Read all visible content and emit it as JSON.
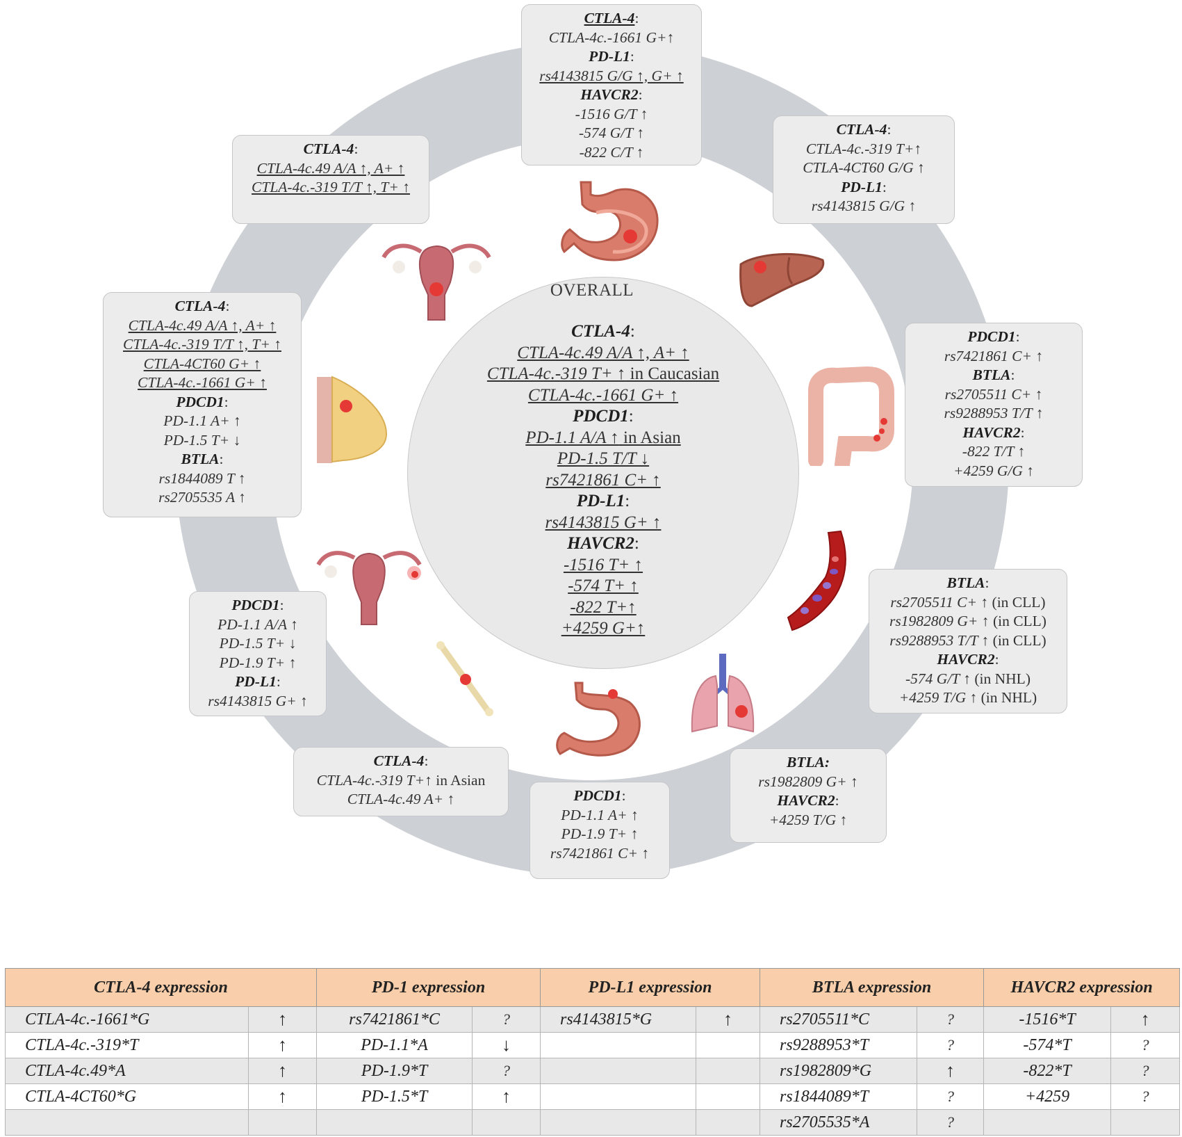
{
  "center": {
    "title": "OVERALL",
    "lines": [
      {
        "gene": "CTLA-4"
      },
      {
        "text": "CTLA-4c.49 A/A ↑, A+ ↑",
        "u": true
      },
      {
        "text": "CTLA-4c.-319 T+ ↑",
        "plain": " in Caucasian",
        "u": true
      },
      {
        "text": "CTLA-4c.-1661 G+ ↑",
        "u": true
      },
      {
        "gene": "PDCD1"
      },
      {
        "text": "PD-1.1 A/A ↑",
        "plain": " in Asian",
        "u": true
      },
      {
        "text": "PD-1.5 T/T ↓",
        "u": true
      },
      {
        "text": "rs7421861 C+ ↑",
        "u": true
      },
      {
        "gene": "PD-L1"
      },
      {
        "text": "rs4143815 G+ ↑",
        "u": true
      },
      {
        "gene": "HAVCR2"
      },
      {
        "text": "-1516 T+ ↑",
        "u": true
      },
      {
        "text": "-574 T+ ↑",
        "u": true
      },
      {
        "text": "-822 T+↑",
        "u": true
      },
      {
        "text": "+4259 G+↑",
        "u": true
      }
    ]
  },
  "boxes": [
    {
      "id": "stomach-top",
      "lines": [
        {
          "gene": "CTLA-4",
          "u": true
        },
        {
          "text": "CTLA-4c.-1661 G+↑"
        },
        {
          "gene": "PD-L1"
        },
        {
          "text": "rs4143815 G/G ↑, G+ ↑",
          "u": true
        },
        {
          "gene": "HAVCR2"
        },
        {
          "text": "-1516 G/T ↑"
        },
        {
          "text": "-574 G/T ↑"
        },
        {
          "text": "-822 C/T ↑"
        }
      ]
    },
    {
      "id": "liver",
      "lines": [
        {
          "gene": "CTLA-4"
        },
        {
          "text": "CTLA-4c.-319 T+↑"
        },
        {
          "text": "CTLA-4CT60 G/G ↑"
        },
        {
          "gene": "PD-L1"
        },
        {
          "text": "rs4143815 G/G ↑"
        }
      ]
    },
    {
      "id": "colon",
      "lines": [
        {
          "gene": "PDCD1"
        },
        {
          "text": "rs7421861 C+ ↑"
        },
        {
          "gene": "BTLA"
        },
        {
          "text": "rs2705511 C+ ↑"
        },
        {
          "text": "rs9288953 T/T ↑"
        },
        {
          "gene": "HAVCR2"
        },
        {
          "text": "-822 T/T ↑"
        },
        {
          "text": "+4259 G/G ↑"
        }
      ]
    },
    {
      "id": "blood",
      "lines": [
        {
          "gene": "BTLA"
        },
        {
          "text": "rs2705511 C+ ↑",
          "plain": " (in CLL)"
        },
        {
          "text": "rs1982809 G+ ↑",
          "plain": " (in CLL)"
        },
        {
          "text": "rs9288953 T/T ↑",
          "plain": " (in CLL)"
        },
        {
          "gene": "HAVCR2"
        },
        {
          "text": "-574 G/T ↑",
          "plain": " (in NHL)"
        },
        {
          "text": "+4259 T/G ↑",
          "plain": " (in NHL)"
        }
      ]
    },
    {
      "id": "lung",
      "lines": [
        {
          "gene": "BTLA:",
          "nocolon": true
        },
        {
          "text": "rs1982809 G+ ↑"
        },
        {
          "gene": "HAVCR2"
        },
        {
          "text": "+4259 T/G ↑"
        }
      ]
    },
    {
      "id": "stomach-bottom",
      "lines": [
        {
          "gene": "PDCD1"
        },
        {
          "text": "PD-1.1 A+ ↑"
        },
        {
          "text": "PD-1.9 T+ ↑"
        },
        {
          "text": "rs7421861 C+ ↑"
        }
      ]
    },
    {
      "id": "bone",
      "lines": [
        {
          "gene": "CTLA-4"
        },
        {
          "text": "CTLA-4c.-319 T+↑",
          "plain": " in Asian"
        },
        {
          "text": "CTLA-4c.49 A+ ↑"
        }
      ]
    },
    {
      "id": "ovary",
      "lines": [
        {
          "gene": "PDCD1"
        },
        {
          "text": "PD-1.1 A/A ↑"
        },
        {
          "text": "PD-1.5 T+ ↓"
        },
        {
          "text": "PD-1.9 T+ ↑"
        },
        {
          "gene": "PD-L1"
        },
        {
          "text": "rs4143815 G+ ↑"
        }
      ]
    },
    {
      "id": "breast",
      "lines": [
        {
          "gene": "CTLA-4"
        },
        {
          "text": "CTLA-4c.49 A/A ↑, A+ ↑",
          "u": true
        },
        {
          "text": "CTLA-4c.-319 T/T ↑, T+ ↑",
          "u": true
        },
        {
          "text": "CTLA-4CT60 G+ ↑",
          "u": true
        },
        {
          "text": "CTLA-4c.-1661 G+ ↑",
          "u": true
        },
        {
          "gene": "PDCD1"
        },
        {
          "text": "PD-1.1 A+ ↑"
        },
        {
          "text": "PD-1.5 T+ ↓"
        },
        {
          "gene": "BTLA"
        },
        {
          "text": "rs1844089 T ↑"
        },
        {
          "text": "rs2705535 A ↑"
        }
      ]
    },
    {
      "id": "cervix",
      "lines": [
        {
          "gene": "CTLA-4"
        },
        {
          "text": "CTLA-4c.49  A/A ↑, A+ ↑",
          "u": true
        },
        {
          "text": "CTLA-4c.-319 T/T ↑, T+ ↑",
          "u": true
        }
      ]
    }
  ],
  "organs": [
    "stomach-icon",
    "liver-icon",
    "colon-icon",
    "blood-vessel-icon",
    "lung-icon",
    "stomach-icon",
    "bone-icon",
    "ovary-icon",
    "breast-icon",
    "uterus-icon"
  ],
  "colors": {
    "ring": "#cdd0d4",
    "box": "#ececec",
    "center": "#e9e9ea",
    "table_header": "#f8cfaa",
    "tumor": "#e53935"
  },
  "table": {
    "headers": [
      "CTLA-4 expression",
      "PD-1 expression",
      "PD-L1 expression",
      "BTLA expression",
      "HAVCR2 expression"
    ],
    "rows": [
      [
        [
          "CTLA-4c.-1661*G",
          "↑"
        ],
        [
          "rs7421861*C",
          "?"
        ],
        [
          "rs4143815*G",
          "↑"
        ],
        [
          "rs2705511*C",
          "?"
        ],
        [
          "-1516*T",
          "↑"
        ]
      ],
      [
        [
          "CTLA-4c.-319*T",
          "↑"
        ],
        [
          "PD-1.1*A",
          "↓"
        ],
        [
          "",
          ""
        ],
        [
          "rs9288953*T",
          "?"
        ],
        [
          "-574*T",
          "?"
        ]
      ],
      [
        [
          "CTLA-4c.49*A",
          "↑"
        ],
        [
          "PD-1.9*T",
          "?"
        ],
        [
          "",
          ""
        ],
        [
          "rs1982809*G",
          "↑"
        ],
        [
          "-822*T",
          "?"
        ]
      ],
      [
        [
          "CTLA-4CT60*G",
          "↑"
        ],
        [
          "PD-1.5*T",
          "↑"
        ],
        [
          "",
          ""
        ],
        [
          "rs1844089*T",
          "?"
        ],
        [
          "+4259",
          "?"
        ]
      ],
      [
        [
          "",
          ""
        ],
        [
          "",
          ""
        ],
        [
          "",
          ""
        ],
        [
          "rs2705535*A",
          "?"
        ],
        [
          "",
          ""
        ]
      ]
    ]
  }
}
